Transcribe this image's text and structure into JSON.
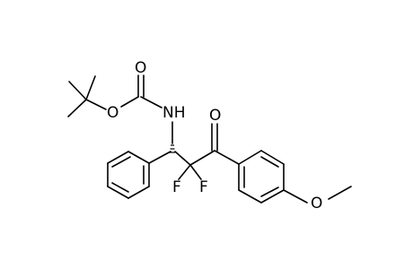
{
  "molecule": {
    "atoms": {
      "carbonyl_o_top": "O",
      "ester_o": "O",
      "nh": "NH",
      "ketone_o": "O",
      "fluorine_1": "F",
      "fluorine_2": "F",
      "methoxy_o": "O"
    }
  }
}
